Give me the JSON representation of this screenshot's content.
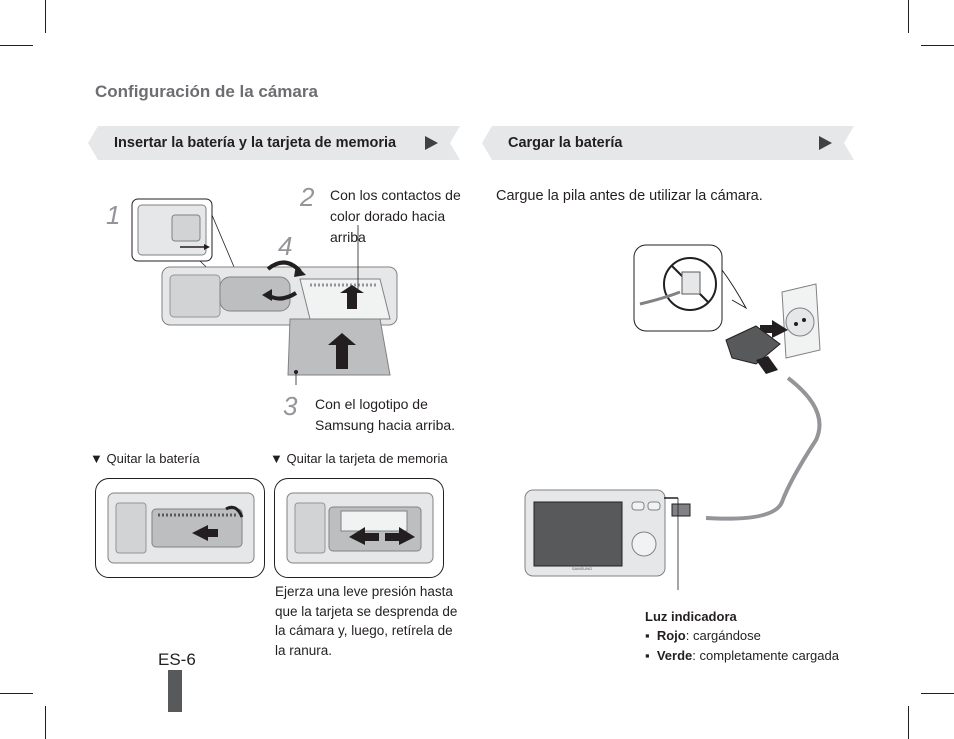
{
  "header": {
    "section_title": "Configuración de la cámara"
  },
  "left_banner": {
    "title": "Insertar la batería y la tarjeta de memoria"
  },
  "right_banner": {
    "title": "Cargar la batería"
  },
  "steps": [
    {
      "num": "1",
      "text": ""
    },
    {
      "num": "2",
      "text": "Con los contactos de color dorado hacia arriba"
    },
    {
      "num": "3",
      "text": "Con el logotipo de Samsung hacia arriba."
    },
    {
      "num": "4",
      "text": ""
    }
  ],
  "remove": {
    "battery_label": "▼ Quitar la batería",
    "card_label": "▼ Quitar la tarjeta de memoria",
    "card_note": "Ejerza una leve presión hasta que la tarjeta se desprenda de la cámara y, luego, retírela de la ranura."
  },
  "charge": {
    "intro": "Cargue la pila antes de utilizar la cámara.",
    "indicator_title": "Luz indicadora",
    "items": [
      {
        "bold": "Rojo",
        "rest": ": cargándose"
      },
      {
        "bold": "Verde",
        "rest": ": completamente cargada"
      }
    ],
    "brand_on_camera": "SAMSUNG"
  },
  "footer": {
    "page": "ES-6"
  },
  "colors": {
    "banner_bg": "#e6e7e8",
    "text": "#231f20",
    "heading_gray": "#6d6e71",
    "arrow": "#414042"
  }
}
